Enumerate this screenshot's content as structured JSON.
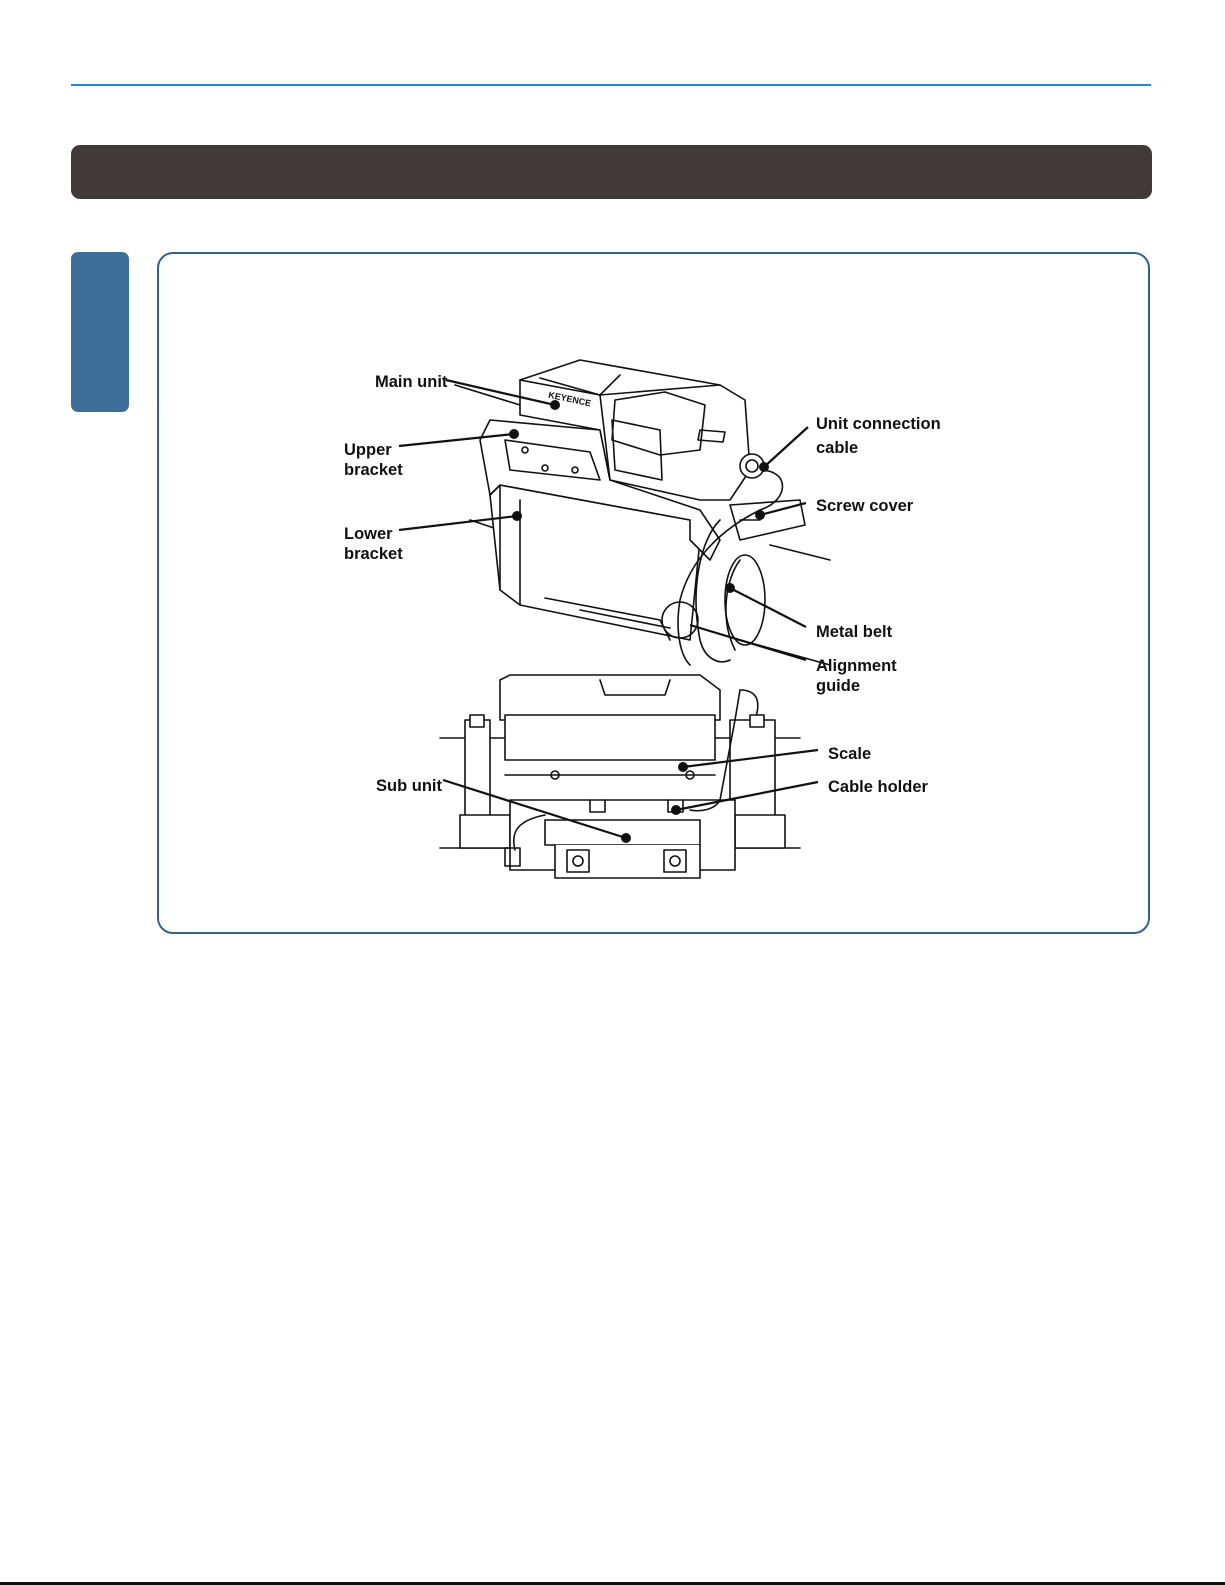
{
  "labels": {
    "main_unit": "Main unit",
    "upper_bracket_1": "Upper",
    "upper_bracket_2": "bracket",
    "lower_bracket_1": "Lower",
    "lower_bracket_2": "bracket",
    "unit_connection_cable_1": "Unit connection",
    "unit_connection_cable_2": "cable",
    "screw_cover": "Screw cover",
    "metal_belt": "Metal belt",
    "alignment_guide_1": "Alignment",
    "alignment_guide_2": "guide",
    "scale": "Scale",
    "cable_holder": "Cable holder",
    "sub_unit": "Sub unit"
  },
  "device_brand": "KEYENCE",
  "colors": {
    "rule": "#2a86c8",
    "section_bar": "#403a3b",
    "side_tab": "#3d6e99",
    "frame_border": "#30618f"
  }
}
